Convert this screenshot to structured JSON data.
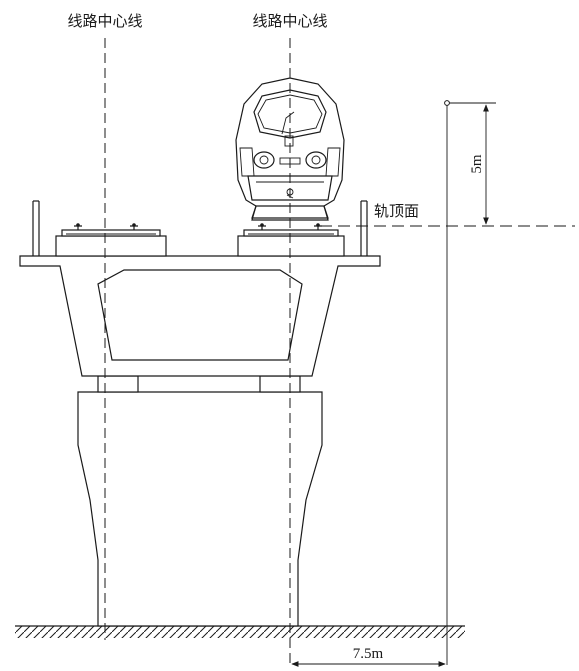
{
  "labels": {
    "centerline_left": "线路中心线",
    "centerline_right": "线路中心线",
    "rail_top": "轨顶面",
    "height_dim": "5m",
    "offset_dim": "7.5m"
  },
  "colors": {
    "ink": "#1a1a1a",
    "background": "#ffffff"
  }
}
